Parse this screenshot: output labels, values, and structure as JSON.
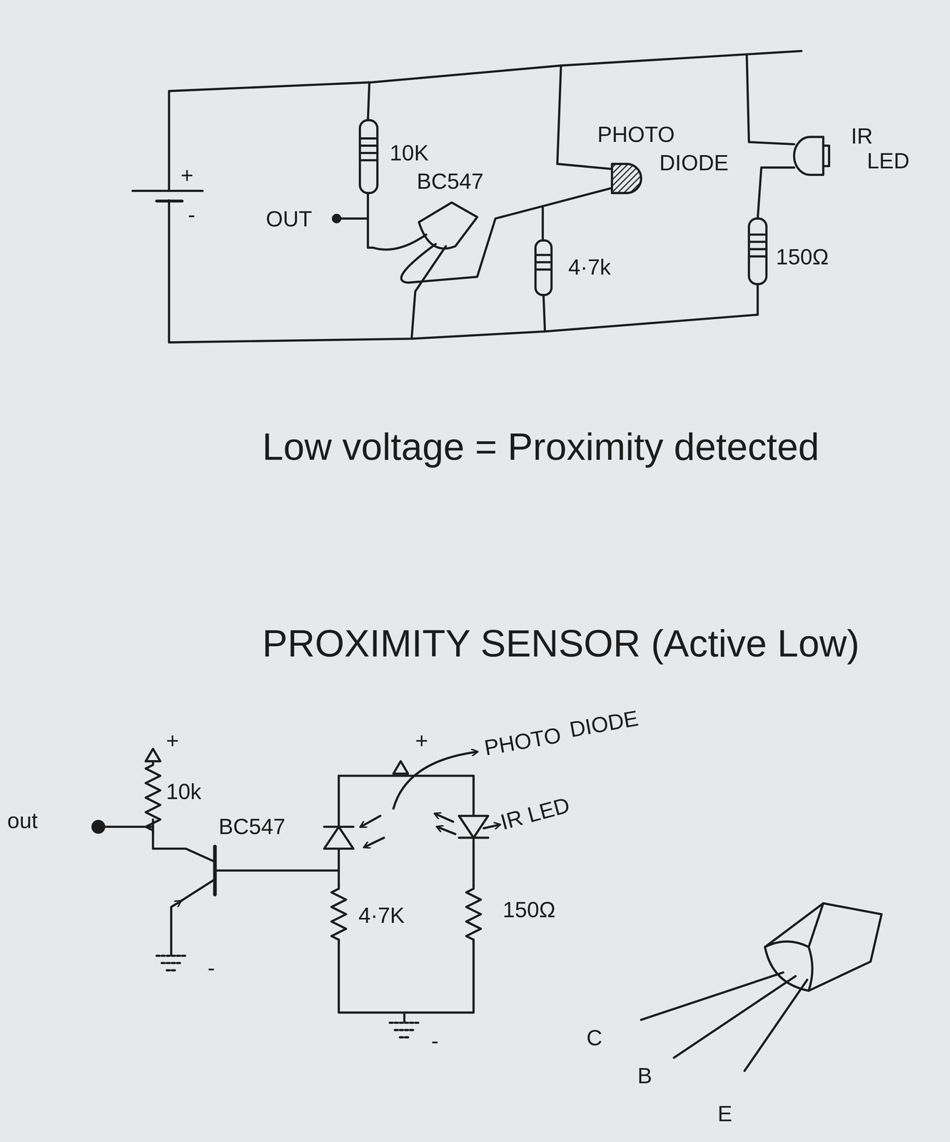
{
  "diagram": {
    "title": "PROXIMITY SENSOR (Active Low)",
    "labels": [
      "+",
      "-",
      "10K",
      "BC547",
      "OUT",
      "PHOTO",
      "DIODE",
      "IR",
      "LED",
      "4·7k",
      "150Ω",
      "Low voltage = Proximity detected",
      "+",
      "10k",
      "out",
      "BC547",
      "-",
      "+",
      "PHOTO",
      "DIODE",
      "IR LED",
      "4·7K",
      "150Ω",
      "-",
      "C",
      "B",
      "E"
    ]
  }
}
